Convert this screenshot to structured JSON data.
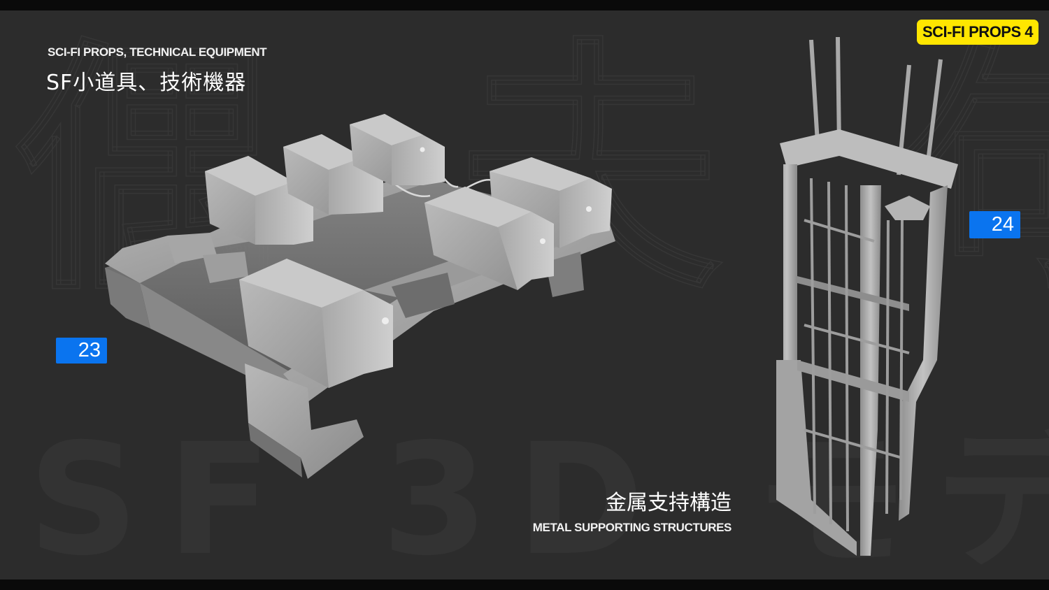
{
  "header": {
    "title_en": "SCI-FI PROPS, TECHNICAL EQUIPMENT",
    "title_jp": "SF小道具、技術機器"
  },
  "badge": {
    "label": "SCI-FI PROPS 4",
    "color": "#ffe600"
  },
  "items": [
    {
      "number": "23"
    },
    {
      "number": "24"
    }
  ],
  "caption": {
    "jp": "金属支持構造",
    "en": "METAL SUPPORTING STRUCTURES"
  },
  "colors": {
    "number_badge": "#0a74ef",
    "background": "#2c2c2c"
  }
}
